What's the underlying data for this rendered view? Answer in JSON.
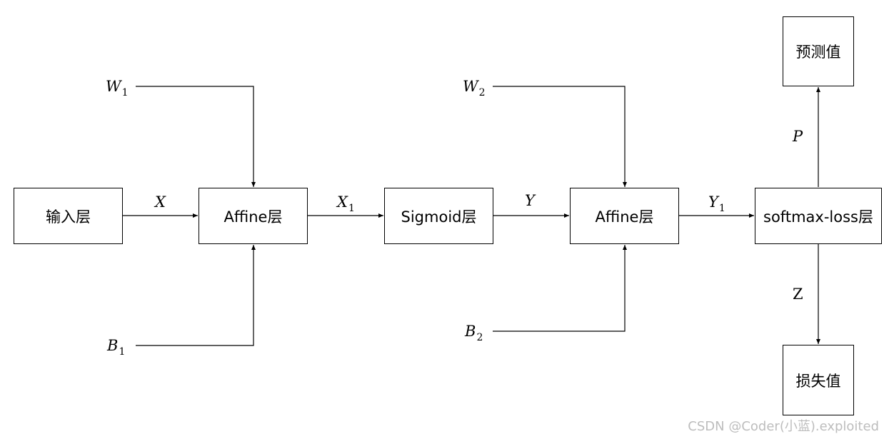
{
  "nodes": {
    "input": "输入层",
    "affine1": "Affine层",
    "sigmoid": "Sigmoid层",
    "affine2": "Affine层",
    "softmax_loss": "softmax-loss层",
    "prediction": "预测值",
    "loss": "损失值"
  },
  "edge_labels": {
    "x": {
      "main": "X",
      "sub": ""
    },
    "x1": {
      "main": "X",
      "sub": "1"
    },
    "y": {
      "main": "Y",
      "sub": ""
    },
    "y1": {
      "main": "Y",
      "sub": "1"
    },
    "w1": {
      "main": "W",
      "sub": "1"
    },
    "b1": {
      "main": "B",
      "sub": "1"
    },
    "w2": {
      "main": "W",
      "sub": "2"
    },
    "b2": {
      "main": "B",
      "sub": "2"
    },
    "p": {
      "main": "P",
      "sub": ""
    },
    "z": {
      "main": "Z",
      "sub": ""
    }
  },
  "watermark": "CSDN @Coder(小蓝).exploited"
}
